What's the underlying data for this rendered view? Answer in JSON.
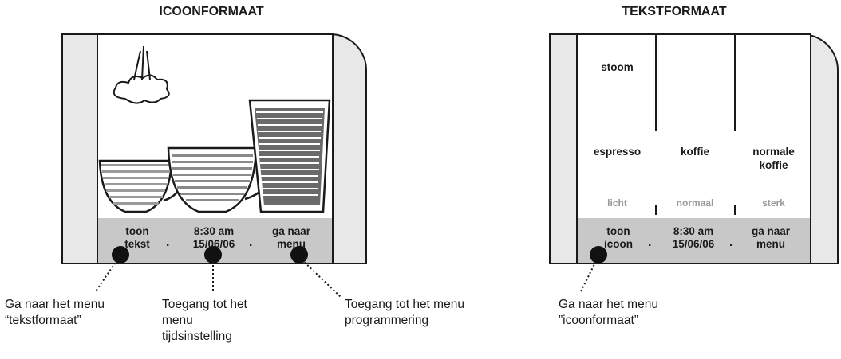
{
  "icon_view": {
    "title": "ICOONFORMAAT",
    "bar": {
      "left": "toon\ntekst",
      "center": "8:30 am\n15/06/06",
      "right": "ga naar\nmenu"
    },
    "icons": [
      "steam-icon",
      "espresso-cup-icon",
      "coffee-cup-icon",
      "long-coffee-glass-icon"
    ]
  },
  "text_view": {
    "title": "TEKSTFORMAAT",
    "cells": {
      "steam": "stoom",
      "espresso": "espresso",
      "coffee": "koffie",
      "normal_coffee": "normale\nkoffie"
    },
    "strength": {
      "light": "licht",
      "normal": "normaal",
      "strong": "sterk"
    },
    "bar": {
      "left": "toon\nicoon",
      "center": "8:30 am\n15/06/06",
      "right": "ga naar\nmenu"
    }
  },
  "captions": {
    "text_menu": "Ga naar het menu\n“tekstformaat”",
    "time_menu": "Toegang tot het\nmenu\ntijdsinstelling",
    "program_menu": "Toegang tot het menu\nprogrammering",
    "icon_menu": "Ga naar het menu\n”icoonformaat”"
  }
}
